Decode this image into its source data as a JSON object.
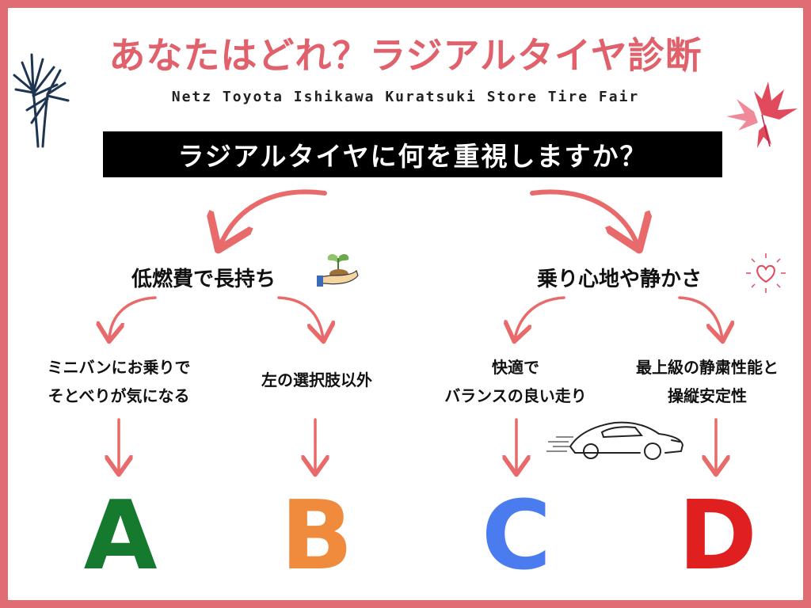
{
  "title": "あなたはどれ？ラジアルタイヤ診断",
  "subtitle": "Netz Toyota Ishikawa Kuratsuki Store Tire Fair",
  "question": "ラジアルタイヤに何を重視しますか？",
  "branches": {
    "left": "低燃費で長持ち",
    "right": "乗り心地や静かさ"
  },
  "options": [
    {
      "line1": "ミニバンにお乗りで",
      "line2": "そとべりが気になる",
      "letter": "A"
    },
    {
      "line1": "左の選択肢以外",
      "line2": "",
      "letter": "B"
    },
    {
      "line1": "快適で",
      "line2": "バランスの良い走り",
      "letter": "C"
    },
    {
      "line1": "最上級の静粛性能と",
      "line2": "操縦安定性",
      "letter": "D"
    }
  ],
  "colors": {
    "border": "#e06c74",
    "arrow": "#e86a6a",
    "A": "#157a2e",
    "B": "#f08a3c",
    "C": "#4a7cf0",
    "D": "#e02020"
  },
  "icons": [
    "palm-leaf-icon",
    "red-leaves-icon",
    "seedling-hand-icon",
    "heart-icon",
    "car-icon"
  ]
}
